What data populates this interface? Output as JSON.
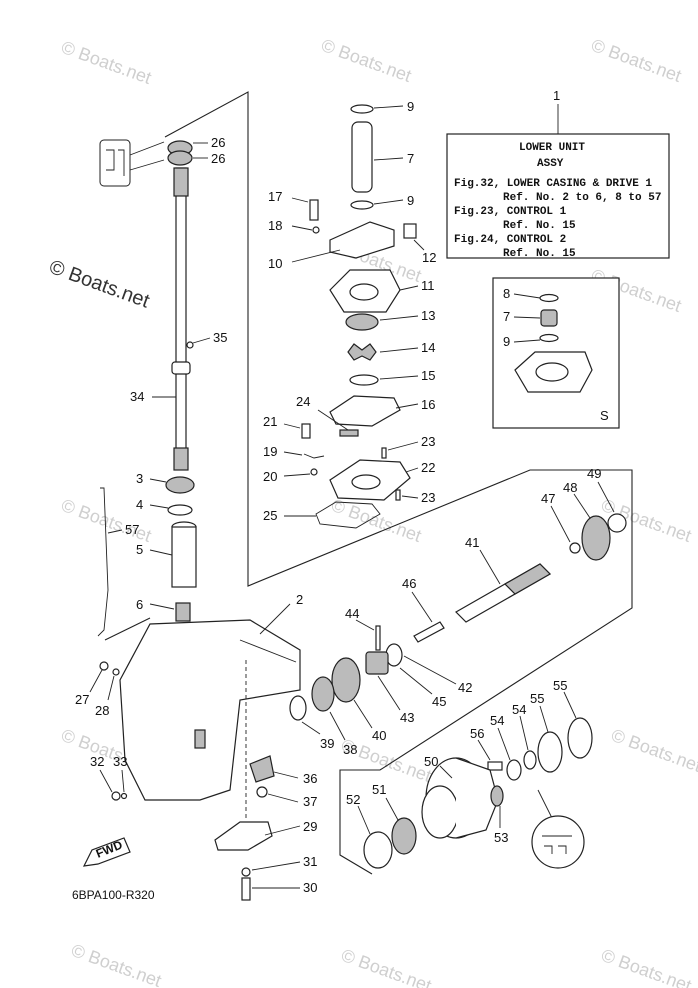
{
  "watermark": "© Boats.net",
  "figure_code": "6BPA100-R320",
  "info_box": {
    "ref_number": "1",
    "title_line1": "LOWER UNIT",
    "title_line2": "ASSY",
    "lines": [
      "Fig.32, LOWER CASING & DRIVE 1",
      "Ref. No. 2 to 6, 8 to 57",
      "Fig.23, CONTROL 1",
      "Ref. No. 15",
      "Fig.24, CONTROL 2",
      "Ref. No. 15"
    ]
  },
  "inset": {
    "label": "S",
    "callouts": [
      "8",
      "7",
      "9"
    ]
  },
  "fwd_label": "FWD",
  "callouts": {
    "c26a": "26",
    "c26b": "26",
    "c35": "35",
    "c34": "34",
    "c3": "3",
    "c4": "4",
    "c57": "57",
    "c5": "5",
    "c6": "6",
    "c27": "27",
    "c28": "28",
    "c32": "32",
    "c33": "33",
    "c2": "2",
    "c9a": "9",
    "c7": "7",
    "c9b": "9",
    "c17": "17",
    "c18": "18",
    "c10": "10",
    "c12": "12",
    "c11": "11",
    "c13": "13",
    "c14": "14",
    "c15": "15",
    "c16": "16",
    "c24": "24",
    "c21": "21",
    "c19": "19",
    "c20": "20",
    "c23a": "23",
    "c22": "22",
    "c23b": "23",
    "c25": "25",
    "c49": "49",
    "c48": "48",
    "c47": "47",
    "c41": "41",
    "c46": "46",
    "c44": "44",
    "c42": "42",
    "c45": "45",
    "c43": "43",
    "c40": "40",
    "c38": "38",
    "c39": "39",
    "c36": "36",
    "c37": "37",
    "c29": "29",
    "c31": "31",
    "c30": "30",
    "c55a": "55",
    "c55b": "55",
    "c54a": "54",
    "c54b": "54",
    "c56": "56",
    "c50": "50",
    "c51": "51",
    "c52": "52",
    "c53": "53"
  }
}
